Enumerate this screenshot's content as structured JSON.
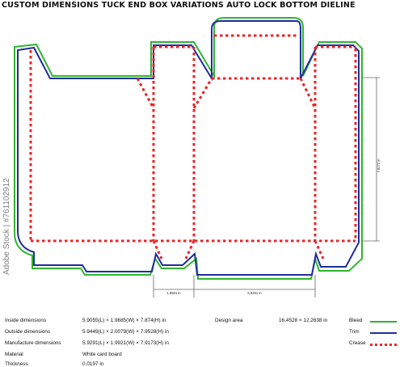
{
  "title": "CUSTOM DIMENSIONS TUCK END BOX VARIATIONS AUTO LOCK BOTTOM DIELINE",
  "dimensions": {
    "height": "7.9172 in",
    "panel_width": "1.9921 in",
    "panel_length": "5.9291 in"
  },
  "specs": [
    {
      "label": "Inside dimensions",
      "value": "5.9055(L) × 1.9685(W) × 7.874(H) in"
    },
    {
      "label": "Outside dimensions",
      "value": "5.9449(L) × 2.0079(W) × 7.9528(H) in"
    },
    {
      "label": "Manufacture dimensions",
      "value": "5.9291(L) × 1.9921(W) × 7.9173(H) in"
    },
    {
      "label": "Material",
      "value": "White card board"
    },
    {
      "label": "Thickness",
      "value": "0.0197 in"
    }
  ],
  "design_area": {
    "label": "Design area",
    "value": "16.4528 × 12.2638 in"
  },
  "legend": [
    {
      "label": "Bleed",
      "color": "#2fb52f",
      "style": "solid"
    },
    {
      "label": "Trim",
      "color": "#1f2f9a",
      "style": "solid"
    },
    {
      "label": "Crease",
      "color": "#e8262a",
      "style": "dotted"
    }
  ],
  "watermark": "Adobe Stock | #761102912"
}
